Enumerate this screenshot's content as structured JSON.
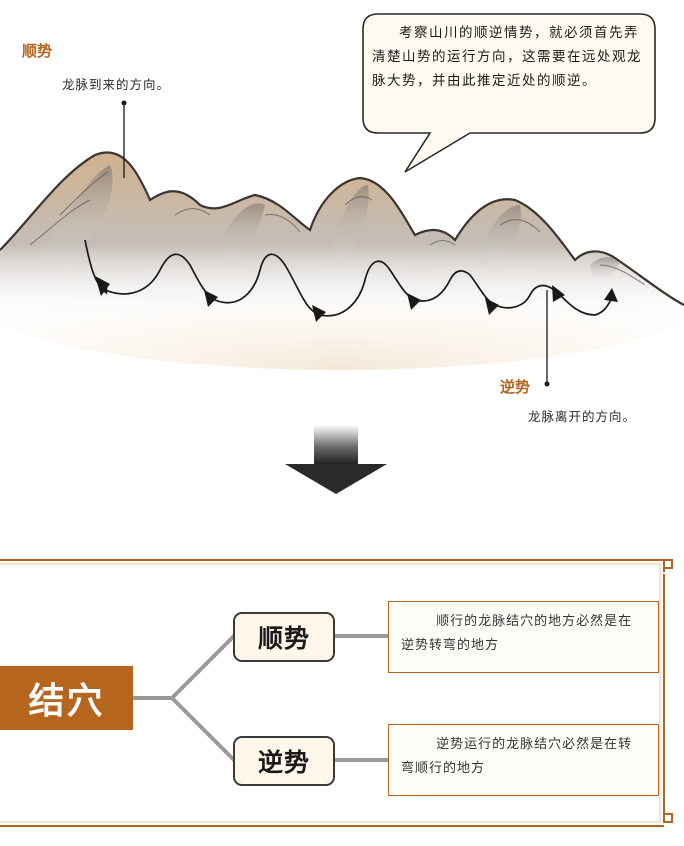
{
  "top": {
    "shunshi_title": "顺势",
    "shunshi_desc": "龙脉到来的方向。",
    "nishi_title": "逆势",
    "nishi_desc": "龙脉离开的方向。",
    "bubble_text": "考察山川的顺逆情势，就必须首先弄清楚山势的运行方向，这需要在远处观龙脉大势，并由此推定近处的顺逆。"
  },
  "bottom": {
    "root_label": "结穴",
    "branch1_label": "顺势",
    "branch1_desc": "顺行的龙脉结穴的地方必然是在逆势转弯的地方",
    "branch2_label": "逆势",
    "branch2_desc": "逆势运行的龙脉结穴必然是在转弯顺行的地方"
  },
  "colors": {
    "accent": "#b5651d",
    "root_bg": "#b5651d",
    "pill_bg": "#fff7ea",
    "connector": "#9a9a9a"
  },
  "icons": [
    "mountain-illustration",
    "down-arrow-icon",
    "flow-arrow-icon"
  ]
}
